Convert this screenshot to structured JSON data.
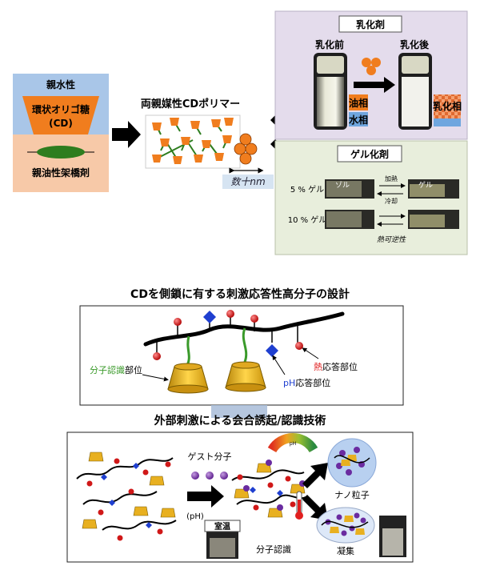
{
  "monomer": {
    "hydrophilic_label": "親水性",
    "cd_line1": "環状オリゴ糖",
    "cd_line2": "(CD)",
    "lipophilic_label": "親油性架橋剤"
  },
  "polymer": {
    "title": "両親媒性CDポリマー",
    "size_label": "数十nm"
  },
  "emulsifier": {
    "title": "乳化剤",
    "before": "乳化前",
    "after": "乳化後",
    "oil_phase": "油相",
    "water_phase": "水相",
    "emulsion_phase": "乳化相"
  },
  "gel": {
    "title": "ゲル化剤",
    "sol": "ゾル",
    "gel": "ゲル",
    "heat": "加熱",
    "cool": "冷却",
    "pct5": "5 % ゲル",
    "pct10": "10 % ゲル",
    "reversible": "熱可逆性"
  },
  "design": {
    "title": "CDを側鎖に有する刺激応答性高分子の設計",
    "molecular_recognition_site": "分子認識部位",
    "heat_site": "熱応答部位",
    "ph_site": "pH応答部位"
  },
  "stimulus": {
    "title": "外部刺激による会合誘起/認識技術",
    "guest": "ゲスト分子",
    "ph": "(pH)",
    "room_temp": "室温",
    "recognition": "分子認識",
    "nano": "ナノ粒子",
    "aggregation": "凝集",
    "ph_meter": "pH"
  },
  "colors": {
    "cd_orange": "#f07d1e",
    "crosslinker_green": "#2e7d1f",
    "hydrophilic_bg": "#a9c6e8",
    "lipophilic_bg": "#f7c9a8",
    "emulsifier_bg": "#e4dcec",
    "gel_bg": "#e8eedc",
    "heat_red": "#e02020",
    "ph_blue": "#1f3fd0",
    "recognition_green": "#3a9a2a"
  }
}
